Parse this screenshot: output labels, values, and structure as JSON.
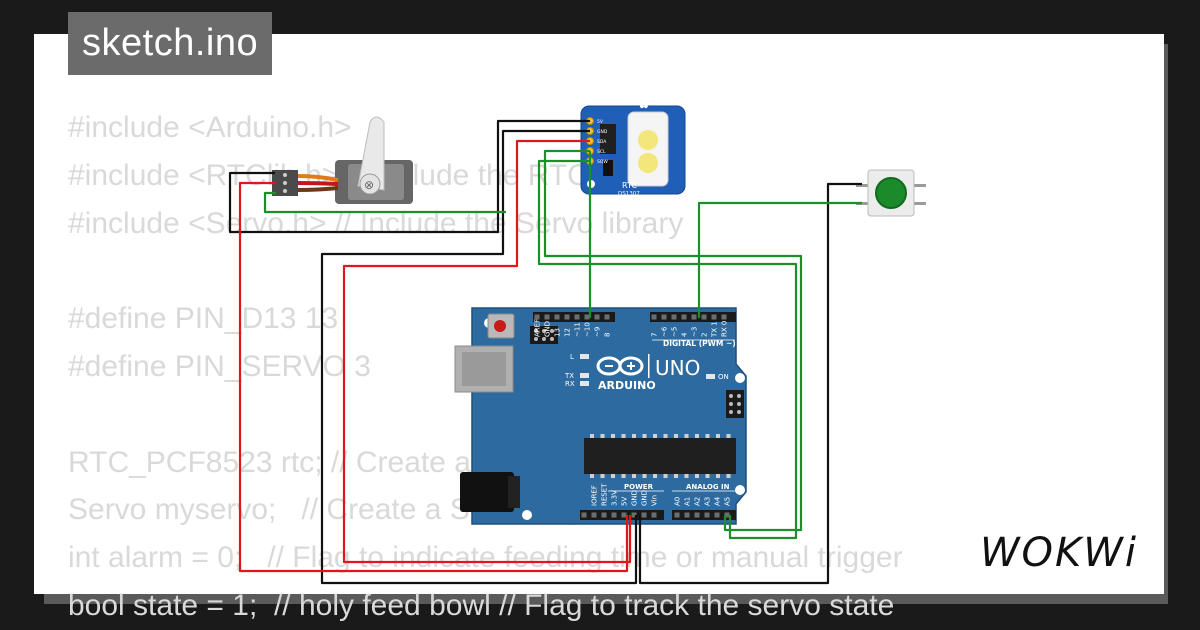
{
  "file": {
    "name": "sketch.ino"
  },
  "code_lines": [
    "#include <Arduino.h>",
    "#include <RTClib.h> // Include the RTC library",
    "#include <Servo.h> // Include the Servo library",
    "",
    "#define PIN_D13 13",
    "#define PIN_SERVO 3",
    "",
    "RTC_PCF8523 rtc; // Create an RTC object",
    "Servo myservo;   // Create a Servo object",
    "int alarm = 0;   // Flag to indicate feeding time or manual trigger",
    "bool state = 1;  // holy feed bowl // Flag to track the servo state"
  ],
  "board": {
    "brand": "ARDUINO",
    "model": "UNO",
    "digital_header_label": "DIGITAL (PWM ~)",
    "power_label": "POWER",
    "analog_label": "ANALOG IN",
    "on_label": "ON",
    "l_label": "L",
    "tx_label": "TX",
    "rx_label": "RX",
    "digital_pins": [
      "AREF",
      "GND",
      "13",
      "12",
      "~11",
      "~10",
      "~9",
      "8",
      "7",
      "~6",
      "~5",
      "4",
      "~3",
      "2",
      "TX 1",
      "RX 0"
    ],
    "power_pins": [
      "IOREF",
      "RESET",
      "3.3V",
      "5V",
      "GND",
      "GND",
      "Vin"
    ],
    "analog_pins": [
      "A0",
      "A1",
      "A2",
      "A3",
      "A4",
      "A5"
    ]
  },
  "rtc_module": {
    "label": "RTC",
    "chip": "DS1307",
    "pins": [
      "5V",
      "GND",
      "SDA",
      "SCL",
      "SQW"
    ]
  },
  "brand_logo": "WOKWi",
  "colors": {
    "background": "#1a1a1a",
    "board_blue": "#2d6a9f",
    "wire_black": "#111111",
    "wire_red": "#e0161c",
    "wire_green": "#1a8f2a",
    "button_green": "#1a8a2a",
    "rtc_blue": "#1f5fb8",
    "code_gray": "#d9d9d9"
  }
}
